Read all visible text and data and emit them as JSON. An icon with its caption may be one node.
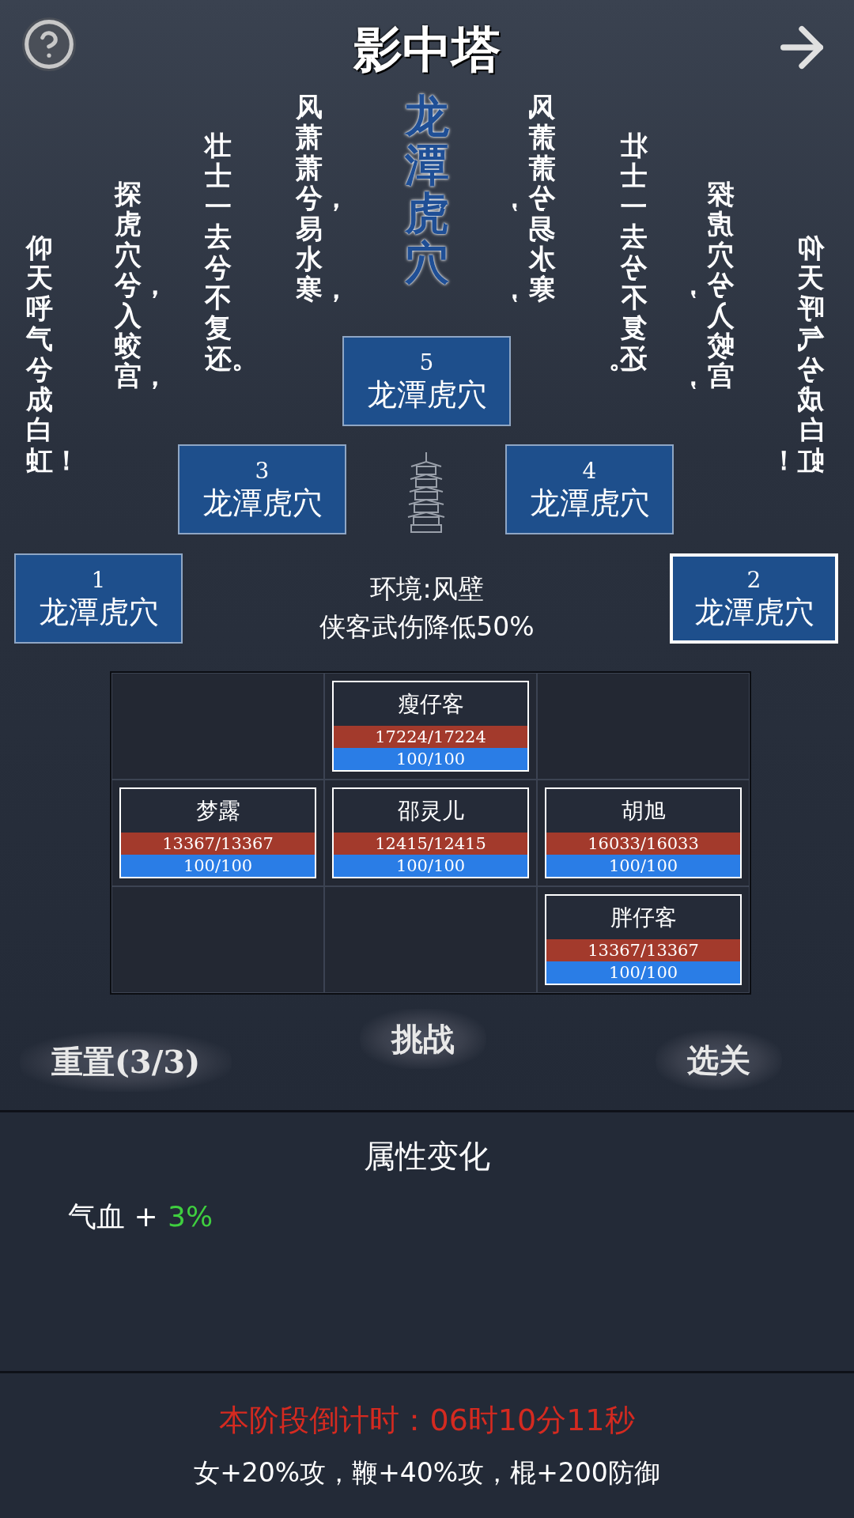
{
  "diagram": {
    "title": "影中塔",
    "nodes": [
      {
        "text": [
          "5",
          "龙潭虎穴"
        ]
      },
      {
        "text": [
          "3",
          "龙潭虎穴"
        ]
      },
      {
        "text": [
          "4",
          "龙潭虎穴"
        ]
      },
      {
        "text": [
          "1",
          "龙潭虎穴"
        ]
      },
      {
        "text": [
          "2",
          "龙潭虎穴"
        ]
      },
      {
        "text": [],
        "shape": "box"
      },
      {
        "text": [],
        "shape": "box"
      },
      {
        "text": [],
        "shape": "box"
      },
      {
        "text": [],
        "shape": "box"
      },
      {
        "text": [],
        "shape": "box"
      },
      {
        "text": [],
        "shape": "box"
      },
      {
        "text": [],
        "shape": "box"
      },
      {
        "text": [],
        "shape": "box"
      },
      {
        "text": [],
        "shape": "box"
      },
      {
        "text": [
          "瘦仔客",
          "17224/17224",
          "100/100"
        ],
        "in": 6
      },
      {
        "text": [
          "梦露",
          "13367/13367",
          "100/100"
        ],
        "in": 8
      },
      {
        "text": [
          "邵灵儿",
          "12415/12415",
          "100/100"
        ],
        "in": 9
      },
      {
        "text": [
          "胡旭",
          "16033/16033",
          "100/100"
        ],
        "in": 10
      },
      {
        "text": [
          "胖仔客",
          "13367/13367",
          "100/100"
        ],
        "in": 13
      }
    ],
    "labels": [
      "龙潭虎穴",
      "风萧萧兮，易水寒，",
      "壮士一去兮不复还。",
      "探虎穴兮，入蛟宫，",
      "仰天呼气兮成白虹！",
      "风萧萧兮，易水寒，",
      "壮士一去兮不复还。",
      "探虎穴兮，入蛟宫，",
      "仰天呼气兮成白虹！",
      "环境:风壁",
      "侠客武伤降低50%",
      "重置(3/3)",
      "挑战",
      "选关",
      "属性变化",
      "气血 +",
      "3%",
      "本阶段倒计时：06时10分11秒",
      "女+20%攻，鞭+40%攻，棍+200防御"
    ]
  }
}
